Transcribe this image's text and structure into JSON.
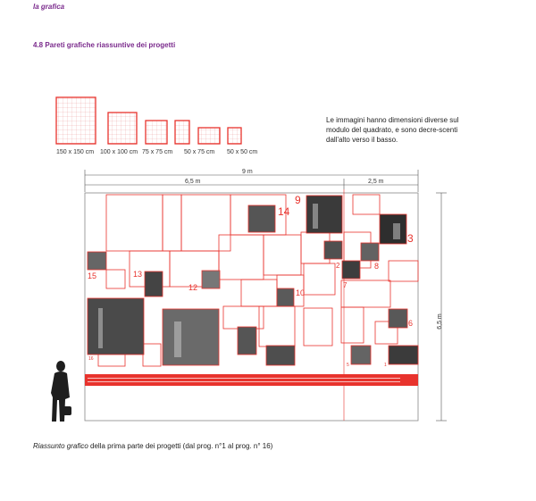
{
  "header": {
    "section_tag": "la grafica"
  },
  "section": {
    "title": "4.8 Pareti grafiche riassuntive dei progetti"
  },
  "legend": {
    "sizes": [
      "150 x 150 cm",
      "100 x 100 cm",
      "75 x 75 cm",
      "50 x 75 cm",
      "50 x 50 cm"
    ]
  },
  "description": "Le immagini hanno dimensioni diverse sul modulo del quadrato, e sono decre-scenti dall'alto verso il basso.",
  "dimensions": {
    "total_width": "9 m",
    "left_width": "6,5 m",
    "right_width": "2,5 m",
    "height": "6,5 m"
  },
  "project_numbers": [
    "1",
    "2",
    "3",
    "5",
    "6",
    "7",
    "8",
    "9",
    "10",
    "12",
    "13",
    "14",
    "15",
    "16"
  ],
  "caption": {
    "italic_part": "Riassunto grafico",
    "rest": " della prima parte dei progetti (dal prog. n°1 al prog. n° 16)"
  },
  "colors": {
    "accent": "#e8332d",
    "heading": "#7a2a8c"
  }
}
